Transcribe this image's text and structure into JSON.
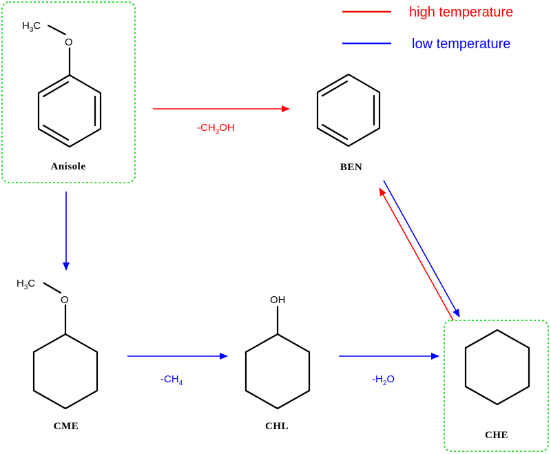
{
  "legend": {
    "high": {
      "label": "high temperature",
      "color": "#ff0000"
    },
    "low": {
      "label": "low temperature",
      "color": "#0000ff"
    }
  },
  "compounds": {
    "anisole": {
      "name": "Anisole",
      "oxygen": "O",
      "methyl": "H",
      "methyl_sub": "3",
      "methyl_c": "C"
    },
    "ben": {
      "name": "BEN"
    },
    "cme": {
      "name": "CME",
      "oxygen": "O",
      "methyl": "H",
      "methyl_sub": "3",
      "methyl_c": "C"
    },
    "chl": {
      "name": "CHL",
      "hydroxyl": "OH"
    },
    "che": {
      "name": "CHE"
    }
  },
  "conditions": {
    "anisole_to_ben": {
      "pre": "-CH",
      "sub": "3",
      "post": "OH"
    },
    "cme_to_chl": {
      "pre": "-CH",
      "sub": "4"
    },
    "chl_to_che": {
      "pre": "-H",
      "sub": "2",
      "post": "O"
    }
  },
  "colors": {
    "highlight_box": "#33dd33",
    "high_temp": "#ff0000",
    "low_temp": "#0000ff"
  }
}
